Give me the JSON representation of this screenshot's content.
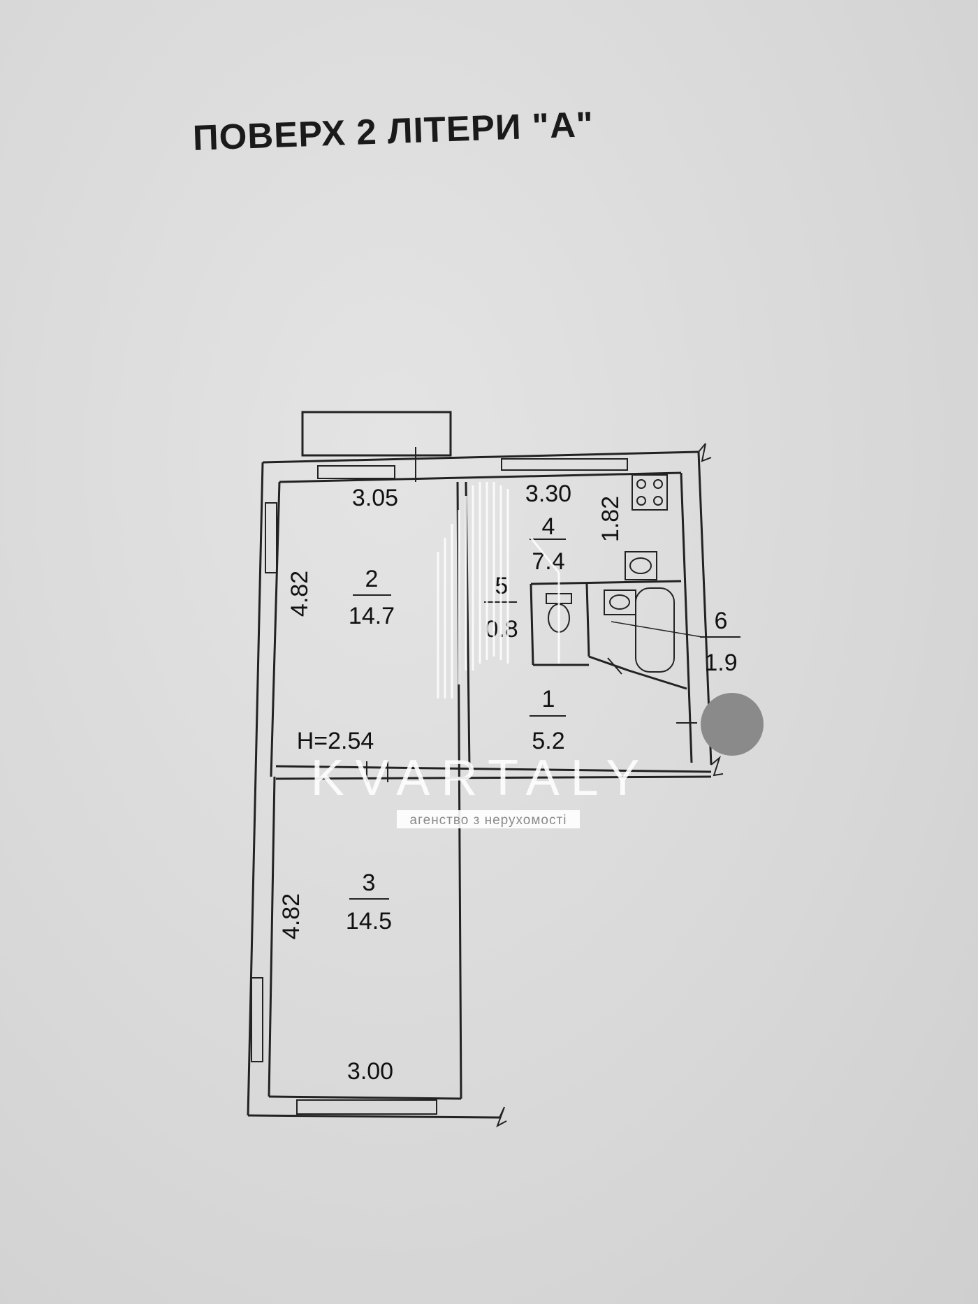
{
  "title": "ПОВЕРХ 2 ЛІТЕРИ \"А\"",
  "ceiling_height": "H=2.54",
  "rooms": [
    {
      "number": "2",
      "area": "14.7",
      "width": "3.05",
      "length": "4.82"
    },
    {
      "number": "3",
      "area": "14.5",
      "width": "3.00",
      "length": "4.82"
    },
    {
      "number": "4",
      "area": "7.4",
      "width": "3.30",
      "length": "1.82"
    },
    {
      "number": "5",
      "area": "0.8"
    },
    {
      "number": "1",
      "area": "5.2"
    },
    {
      "number": "6",
      "area": "1.9"
    }
  ],
  "watermark": {
    "brand": "KVARTALY",
    "tagline": "агенство з нерухомості"
  }
}
